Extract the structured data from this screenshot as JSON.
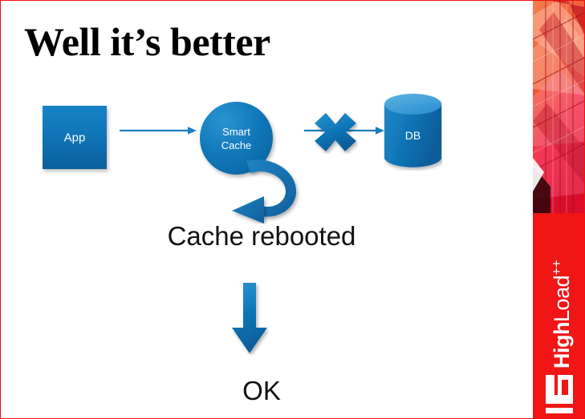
{
  "slide": {
    "title": "Well it’s better",
    "border_color": "#ee1111",
    "background": "#ffffff"
  },
  "diagram": {
    "app_label": "App",
    "cache_label_line1": "Smart",
    "cache_label_line2": "Cache",
    "db_label": "DB",
    "caption_rebooted": "Cache rebooted",
    "caption_ok": "OK",
    "shapes": [
      {
        "name": "app-box",
        "type": "square",
        "label": "App",
        "fill": "#1076b8"
      },
      {
        "name": "arrow-app-to-cache",
        "type": "line-arrow",
        "color": "#1b7ec0"
      },
      {
        "name": "smart-cache-circle",
        "type": "circle",
        "label": "Smart Cache",
        "fill": "#1078ba"
      },
      {
        "name": "reboot-curved-arrow",
        "type": "curved-arrow",
        "color": "#1570ab"
      },
      {
        "name": "arrow-cache-to-db",
        "type": "line-arrow",
        "color": "#1b7ec0"
      },
      {
        "name": "blocked-cross",
        "type": "cross",
        "fill": "#1076b8"
      },
      {
        "name": "db-cylinder",
        "type": "cylinder",
        "label": "DB",
        "fill": "#1076b8"
      },
      {
        "name": "down-block-arrow",
        "type": "block-arrow",
        "fill": "#1076b8"
      }
    ],
    "accent_blue": "#1076b8",
    "accent_blue_light": "#3d9ad6",
    "accent_blue_dark": "#0a5d99"
  },
  "branding": {
    "name_bold": "High",
    "name_light": "Load",
    "plusplus": "++",
    "rail_red": "#f01616"
  }
}
